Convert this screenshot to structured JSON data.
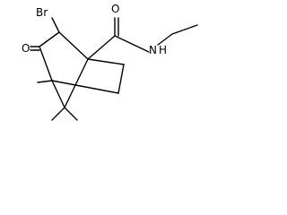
{
  "molecule": {
    "labels": {
      "bromine": "Br",
      "ketone_oxygen": "O",
      "amide_oxygen": "O",
      "amide_nitrogen": "N",
      "amide_hydrogen": "H"
    }
  }
}
